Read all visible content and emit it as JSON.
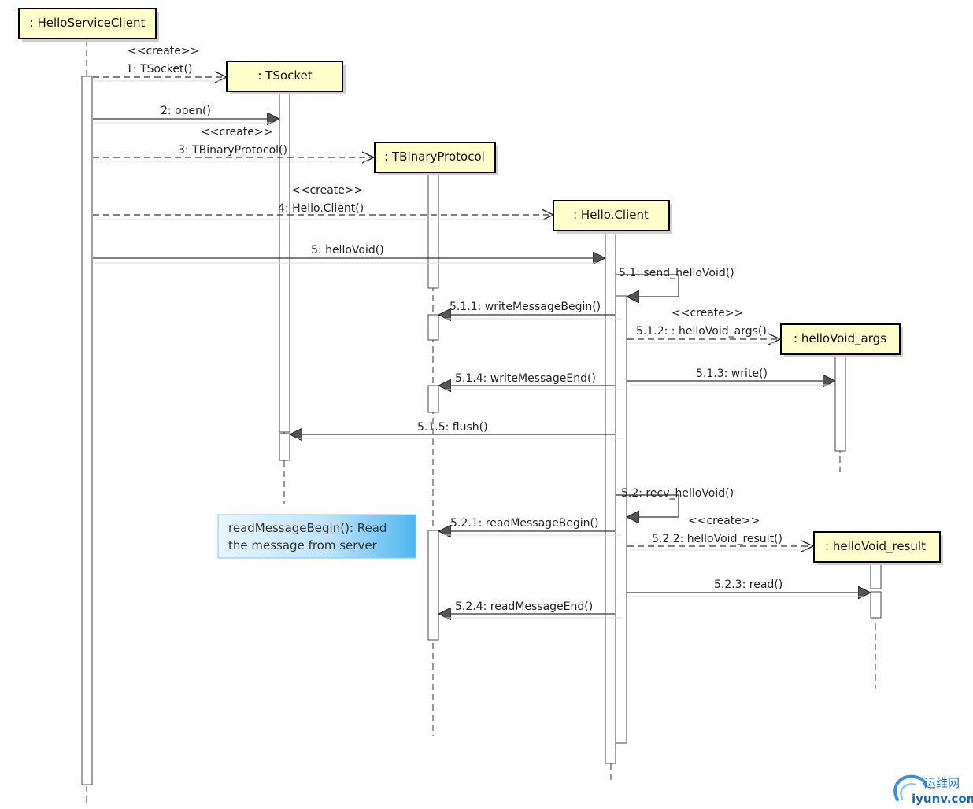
{
  "participants": [
    {
      "id": "hsc",
      "label": ": HelloServiceClient"
    },
    {
      "id": "tsock",
      "label": ": TSocket"
    },
    {
      "id": "tbp",
      "label": ": TBinaryProtocol"
    },
    {
      "id": "hc",
      "label": ": Hello.Client"
    },
    {
      "id": "hva",
      "label": ": helloVoid_args"
    },
    {
      "id": "hvr",
      "label": ": helloVoid_result"
    }
  ],
  "messages": [
    {
      "id": "m1",
      "label": "1: TSocket()",
      "stereotype": "<<create>>",
      "kind": "create"
    },
    {
      "id": "m2",
      "label": "2: open()",
      "kind": "sync"
    },
    {
      "id": "m3",
      "label": "3: TBinaryProtocol()",
      "stereotype": "<<create>>",
      "kind": "create"
    },
    {
      "id": "m4",
      "label": "4: Hello.Client()",
      "stereotype": "<<create>>",
      "kind": "create"
    },
    {
      "id": "m5",
      "label": "5: helloVoid()",
      "kind": "sync"
    },
    {
      "id": "m51",
      "label": "5.1: send_helloVoid()",
      "kind": "self"
    },
    {
      "id": "m511",
      "label": "5.1.1: writeMessageBegin()",
      "kind": "sync"
    },
    {
      "id": "m512",
      "label": "5.1.2: : helloVoid_args()",
      "stereotype": "<<create>>",
      "kind": "create"
    },
    {
      "id": "m513",
      "label": "5.1.3: write()",
      "kind": "sync"
    },
    {
      "id": "m514",
      "label": "5.1.4: writeMessageEnd()",
      "kind": "sync"
    },
    {
      "id": "m515",
      "label": "5.1.5: flush()",
      "kind": "sync"
    },
    {
      "id": "m52",
      "label": "5.2: recv_helloVoid()",
      "kind": "self"
    },
    {
      "id": "m521",
      "label": "5.2.1: readMessageBegin()",
      "kind": "sync"
    },
    {
      "id": "m522",
      "label": "5.2.2: helloVoid_result()",
      "stereotype": "<<create>>",
      "kind": "create"
    },
    {
      "id": "m523",
      "label": "5.2.3: read()",
      "kind": "sync"
    },
    {
      "id": "m524",
      "label": "5.2.4: readMessageEnd()",
      "kind": "sync"
    }
  ],
  "note": {
    "line1": "readMessageBegin(): Read",
    "line2": "the message from server"
  },
  "watermark": {
    "cn": "运维网",
    "url": "iyunv.com"
  },
  "colors": {
    "participant_fill": "#ffffcc",
    "participant_border": "#000000",
    "note_fill": "#dff2ff",
    "note_accent": "#4fb6ef",
    "line": "#444444",
    "watermark": "#1a66a8"
  }
}
